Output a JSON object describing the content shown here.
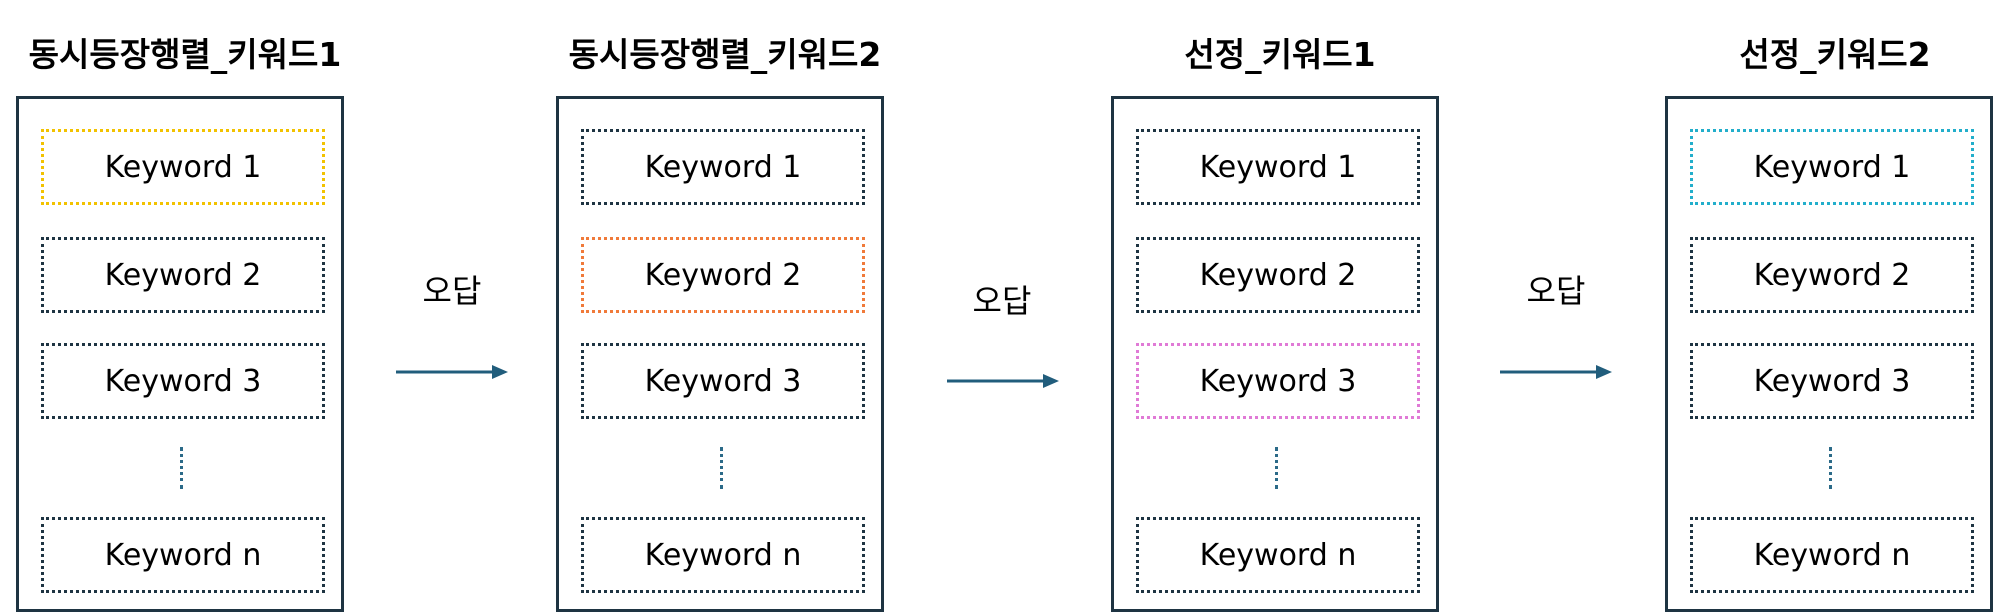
{
  "colors": {
    "panel_border": "#1e3442",
    "arrow": "#215d7c",
    "highlight_yellow": "#f2c200",
    "highlight_orange": "#f07a3a",
    "highlight_pink": "#e07ad6",
    "highlight_cyan": "#22aecb"
  },
  "columns": [
    {
      "title": "동시등장행렬_키워드1",
      "items": [
        "Keyword 1",
        "Keyword 2",
        "Keyword 3",
        "Keyword n"
      ],
      "highlight_index": 0,
      "highlight_color": "#f2c200"
    },
    {
      "title": "동시등장행렬_키워드2",
      "items": [
        "Keyword 1",
        "Keyword 2",
        "Keyword 3",
        "Keyword n"
      ],
      "highlight_index": 1,
      "highlight_color": "#f07a3a"
    },
    {
      "title": "선정_키워드1",
      "items": [
        "Keyword 1",
        "Keyword 2",
        "Keyword 3",
        "Keyword n"
      ],
      "highlight_index": 2,
      "highlight_color": "#e07ad6"
    },
    {
      "title": "선정_키워드2",
      "items": [
        "Keyword 1",
        "Keyword 2",
        "Keyword 3",
        "Keyword n"
      ],
      "highlight_index": 0,
      "highlight_color": "#22aecb"
    }
  ],
  "transitions": [
    {
      "label": "오답"
    },
    {
      "label": "오답"
    },
    {
      "label": "오답"
    }
  ]
}
